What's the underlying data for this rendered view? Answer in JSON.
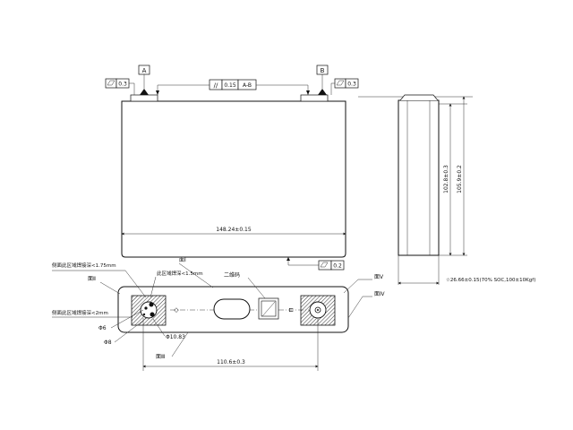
{
  "front_view": {
    "datum_a": "A",
    "datum_b": "B",
    "flatness_left": "0.3",
    "flatness_right": "0.3",
    "flatness_bottom": "0.2",
    "parallelism_value": "0.15",
    "parallelism_ref": "A-B",
    "width_dim": "148.24±0.15"
  },
  "side_view": {
    "height_1": "102.8±0.3",
    "height_2": "105.9±0.2",
    "thickness": "☆26.66±0.15(70% SOC,100±10Kgf)"
  },
  "top_view": {
    "face_1": "面Ⅰ",
    "face_2": "面Ⅱ",
    "face_3": "面Ⅲ",
    "face_4": "面Ⅳ",
    "face_5": "面Ⅴ",
    "qr_label": "二维码",
    "weld_side_note": "侧面此区域焊接深<1.75mm",
    "weld_top_note": "此区域焊深<1.5mm",
    "weld_side_note_2": "侧面此区域焊接深<2mm",
    "hole_6": "Φ6",
    "hole_8": "Φ8",
    "hole_dist": "Φ10.83",
    "terminal_span": "110.6±0.3"
  }
}
